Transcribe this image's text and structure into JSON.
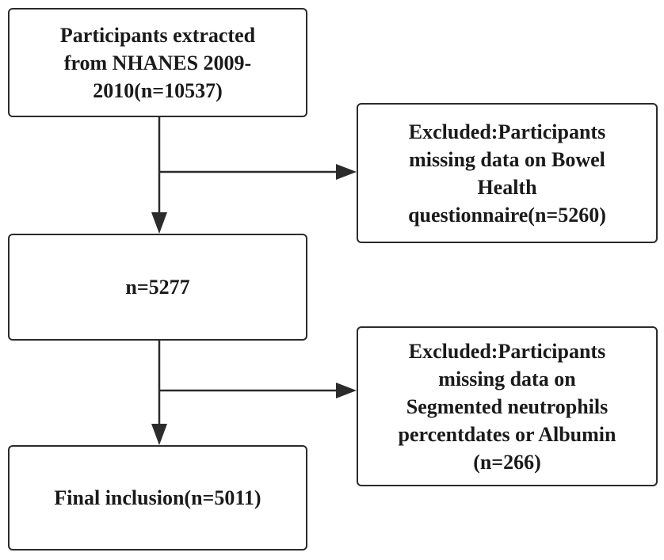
{
  "boxes": {
    "start": {
      "lines": [
        "Participants extracted",
        "from NHANES 2009-",
        "2010(n=10537)"
      ]
    },
    "excluded_1": {
      "lines": [
        "Excluded:Participants",
        "missing data on Bowel",
        "Health",
        "questionnaire(n=5260)"
      ]
    },
    "middle": {
      "lines": [
        "n=5277"
      ]
    },
    "excluded_2": {
      "lines": [
        "Excluded:Participants",
        "missing data on",
        "Segmented neutrophils",
        "percentdates or Albumin",
        "(n=266)"
      ]
    },
    "final": {
      "lines": [
        "Final inclusion(n=5011)"
      ]
    }
  },
  "colors": {
    "line": "#2b2b2b",
    "text": "#1a1a1a",
    "background": "#ffffff"
  }
}
